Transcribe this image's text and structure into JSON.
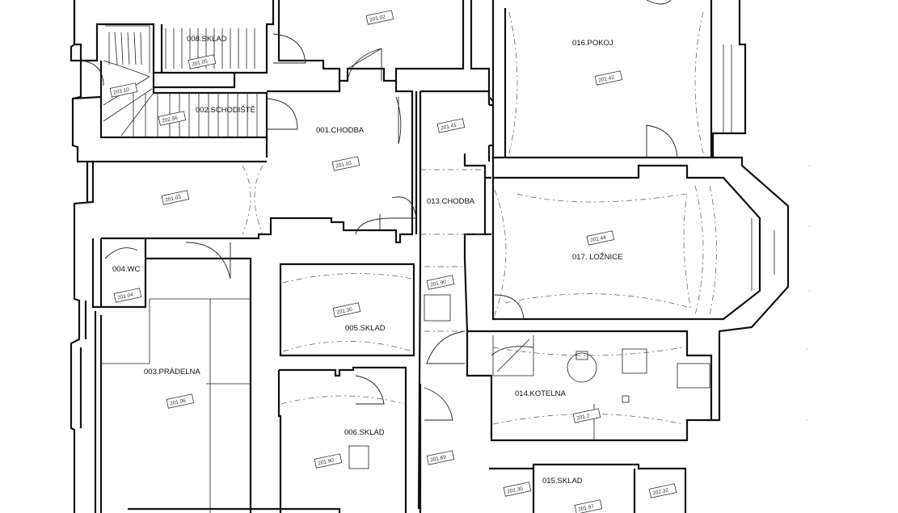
{
  "rooms": [
    {
      "id": "r001",
      "label": "001.CHODBA"
    },
    {
      "id": "r002",
      "label": "002.SCHODIŠTĚ"
    },
    {
      "id": "r003",
      "label": "003.PRÁDELNA"
    },
    {
      "id": "r004",
      "label": "004.WC"
    },
    {
      "id": "r005",
      "label": "005.SKLAD"
    },
    {
      "id": "r006",
      "label": "006.SKLAD"
    },
    {
      "id": "r008",
      "label": "008.SKLAD"
    },
    {
      "id": "r013",
      "label": "013.CHODBA"
    },
    {
      "id": "r014",
      "label": "014.KOTELNA"
    },
    {
      "id": "r015",
      "label": "015.SKLAD"
    },
    {
      "id": "r016",
      "label": "016.POKOJ"
    },
    {
      "id": "r017",
      "label": "017. LOŽNICE"
    }
  ],
  "elevations": [
    {
      "id": "e1",
      "value": "201.02"
    },
    {
      "id": "e2",
      "value": "201.05"
    },
    {
      "id": "e3",
      "value": "203.10"
    },
    {
      "id": "e4",
      "value": "202.56"
    },
    {
      "id": "e5",
      "value": "201.03"
    },
    {
      "id": "e6",
      "value": "201.41"
    },
    {
      "id": "e7",
      "value": "201.42"
    },
    {
      "id": "e8",
      "value": "201.03"
    },
    {
      "id": "e9",
      "value": "201.44"
    },
    {
      "id": "e10",
      "value": "201.90"
    },
    {
      "id": "e11",
      "value": "201.04"
    },
    {
      "id": "e12",
      "value": "201.30"
    },
    {
      "id": "e13",
      "value": "201.06"
    },
    {
      "id": "e14",
      "value": "201.90"
    },
    {
      "id": "e15",
      "value": "201.69"
    },
    {
      "id": "e16",
      "value": "201.2"
    },
    {
      "id": "e17",
      "value": "202.30"
    },
    {
      "id": "e18",
      "value": "201.97"
    },
    {
      "id": "e19",
      "value": "202.32"
    }
  ]
}
